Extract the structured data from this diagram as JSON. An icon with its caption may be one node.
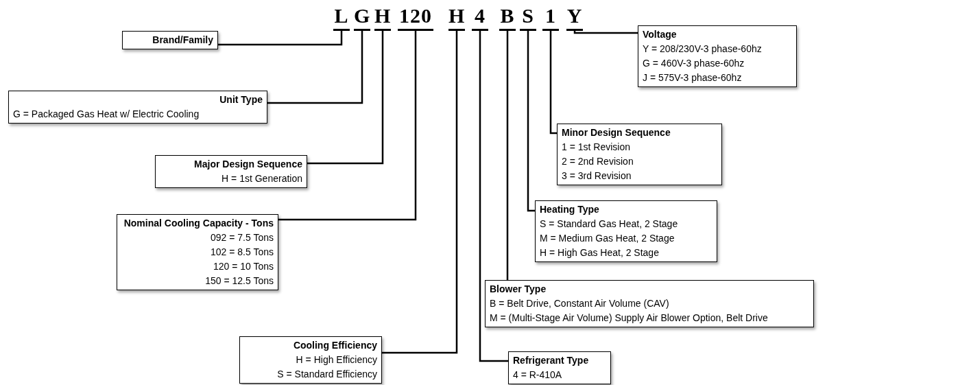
{
  "diagram": {
    "nodes": [
      {
        "text": [
          "L"
        ]
      },
      {
        "text": [
          "G"
        ]
      },
      {
        "text": [
          "H"
        ]
      },
      {
        "text": [
          "120"
        ]
      },
      {
        "text": [
          "H"
        ]
      },
      {
        "text": [
          "4"
        ]
      },
      {
        "text": [
          "B"
        ]
      },
      {
        "text": [
          "S"
        ]
      },
      {
        "text": [
          "1"
        ]
      },
      {
        "text": [
          "Y"
        ]
      },
      {
        "text": [
          "Brand/Family"
        ]
      },
      {
        "text": [
          "Unit Type",
          "G = Packaged Gas Heat w/ Electric Cooling"
        ]
      },
      {
        "text": [
          "Major Design Sequence",
          "H = 1st Generation"
        ]
      },
      {
        "text": [
          "Nominal Cooling Capacity - Tons",
          "092 = 7.5 Tons",
          "102 = 8.5 Tons",
          "120 = 10 Tons",
          "150 = 12.5 Tons"
        ]
      },
      {
        "text": [
          "Cooling Efficiency",
          "H = High Efficiency",
          "S = Standard Efficiency"
        ]
      },
      {
        "text": [
          "Refrigerant Type",
          "4 = R-410A"
        ]
      },
      {
        "text": [
          "Blower Type",
          "B = Belt Drive, Constant Air Volume (CAV)",
          "M = (Multi-Stage Air Volume) Supply Air Blower Option, Belt Drive"
        ]
      },
      {
        "text": [
          "Heating Type",
          "S = Standard Gas Heat, 2 Stage",
          "M = Medium Gas Heat, 2 Stage",
          "H = High Gas Heat, 2 Stage"
        ]
      },
      {
        "text": [
          "Minor Design Sequence",
          "1 = 1st Revision",
          "2 = 2nd Revision",
          "3 = 3rd Revision"
        ]
      },
      {
        "text": [
          "Voltage",
          "Y = 208/230V-3 phase-60hz",
          "G = 460V-3 phase-60hz",
          "J = 575V-3 phase-60hz"
        ]
      }
    ],
    "edges": [
      {
        "from": 10,
        "to": 0,
        "arrow": "none"
      },
      {
        "from": 11,
        "to": 1,
        "arrow": "none"
      },
      {
        "from": 12,
        "to": 2,
        "arrow": "none"
      },
      {
        "from": 13,
        "to": 3,
        "arrow": "none"
      },
      {
        "from": 14,
        "to": 4,
        "arrow": "none"
      },
      {
        "from": 15,
        "to": 5,
        "arrow": "none"
      },
      {
        "from": 16,
        "to": 6,
        "arrow": "none"
      },
      {
        "from": 17,
        "to": 7,
        "arrow": "none"
      },
      {
        "from": 18,
        "to": 8,
        "arrow": "none"
      },
      {
        "from": 19,
        "to": 9,
        "arrow": "none"
      }
    ]
  }
}
